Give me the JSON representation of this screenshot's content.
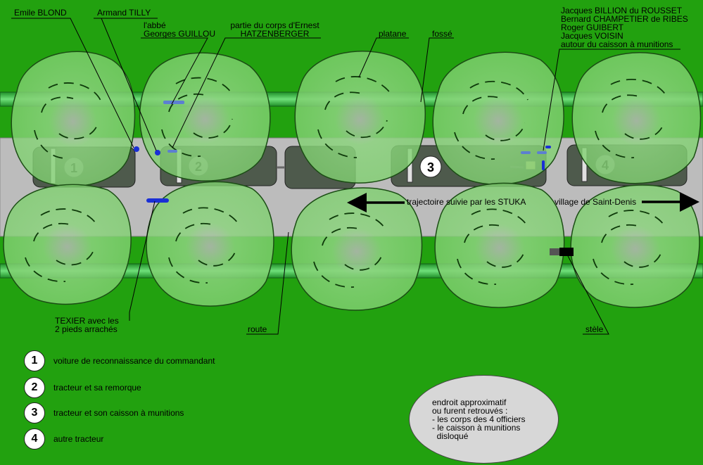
{
  "labels": {
    "emile_blond": "Emile BLOND",
    "armand_tilly": "Armand TILLY",
    "abbe_line1": "l'abbé",
    "abbe_line2": "Georges GUILLOU",
    "hatz_line1": "partie du corps d'Ernest",
    "hatz_line2": "HATZENBERGER",
    "platane": "platane",
    "fosse": "fossé",
    "officers": [
      "Jacques BILLION du ROUSSET",
      "Bernard CHAMPETIER de RIBES",
      "Roger GUIBERT",
      "Jacques VOISIN",
      "autour du caisson à munitions"
    ],
    "stuka": "trajectoire suivie par les STUKA",
    "village": "village de Saint-Denis",
    "texier_line1": "TEXIER avec les",
    "texier_line2": "2 pieds arrachés",
    "route": "route",
    "stele": "stèle"
  },
  "vehicle_numbers": [
    "1",
    "2",
    "3",
    "4"
  ],
  "legend": [
    {
      "num": "1",
      "text": "voiture de reconnaissance du commandant"
    },
    {
      "num": "2",
      "text": "tracteur et sa remorque"
    },
    {
      "num": "3",
      "text": "tracteur et son caisson à munitions"
    },
    {
      "num": "4",
      "text": "autre tracteur"
    }
  ],
  "note": "endroit approximatif\nou furent retrouvés :\n- les corps des 4 officiers\n- le caisson à munitions\n  disloqué",
  "colors": {
    "grass": "#22a10f",
    "road": "#bcbcbc",
    "tree": "#8ed68a",
    "ditch": "#2fc44a",
    "vehicle": "#4e5a4c",
    "body_marker": "#1a2fd6"
  }
}
